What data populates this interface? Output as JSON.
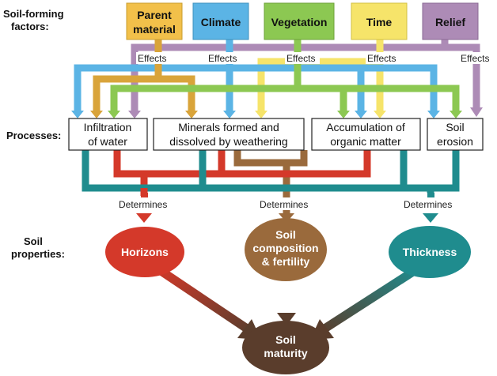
{
  "side_labels": {
    "factors_line1": "Soil-forming",
    "factors_line2": "factors:",
    "processes": "Processes:",
    "properties_line1": "Soil",
    "properties_line2": "properties:"
  },
  "factors": [
    {
      "line1": "Parent",
      "line2": "material",
      "color": "#f2c04a"
    },
    {
      "line1": "Climate",
      "line2": "",
      "color": "#5bb4e5"
    },
    {
      "line1": "Vegetation",
      "line2": "",
      "color": "#8cc852"
    },
    {
      "line1": "Time",
      "line2": "",
      "color": "#f6e46a"
    },
    {
      "line1": "Relief",
      "line2": "",
      "color": "#ad8bb6"
    }
  ],
  "effects_label": "Effects",
  "processes": [
    {
      "line1": "Infiltration",
      "line2": "of water"
    },
    {
      "line1": "Minerals formed and",
      "line2": "dissolved by weathering"
    },
    {
      "line1": "Accumulation of",
      "line2": "organic matter"
    },
    {
      "line1": "Soil",
      "line2": "erosion"
    }
  ],
  "determines_label": "Determines",
  "properties": [
    {
      "line1": "Horizons",
      "line2": "",
      "line3": "",
      "color": "#d4392a"
    },
    {
      "line1": "Soil",
      "line2": "composition",
      "line3": "& fertility",
      "color": "#9a6a3c"
    },
    {
      "line1": "Thickness",
      "line2": "",
      "line3": "",
      "color": "#1f8c8e"
    }
  ],
  "outcome": {
    "line1": "Soil",
    "line2": "maturity",
    "color": "#5a3d2c"
  },
  "colors": {
    "pathway_red": "#d4392a",
    "pathway_brown": "#9a6a3c",
    "pathway_teal": "#1f8c8e",
    "gold_dark": "#d9a43a"
  }
}
